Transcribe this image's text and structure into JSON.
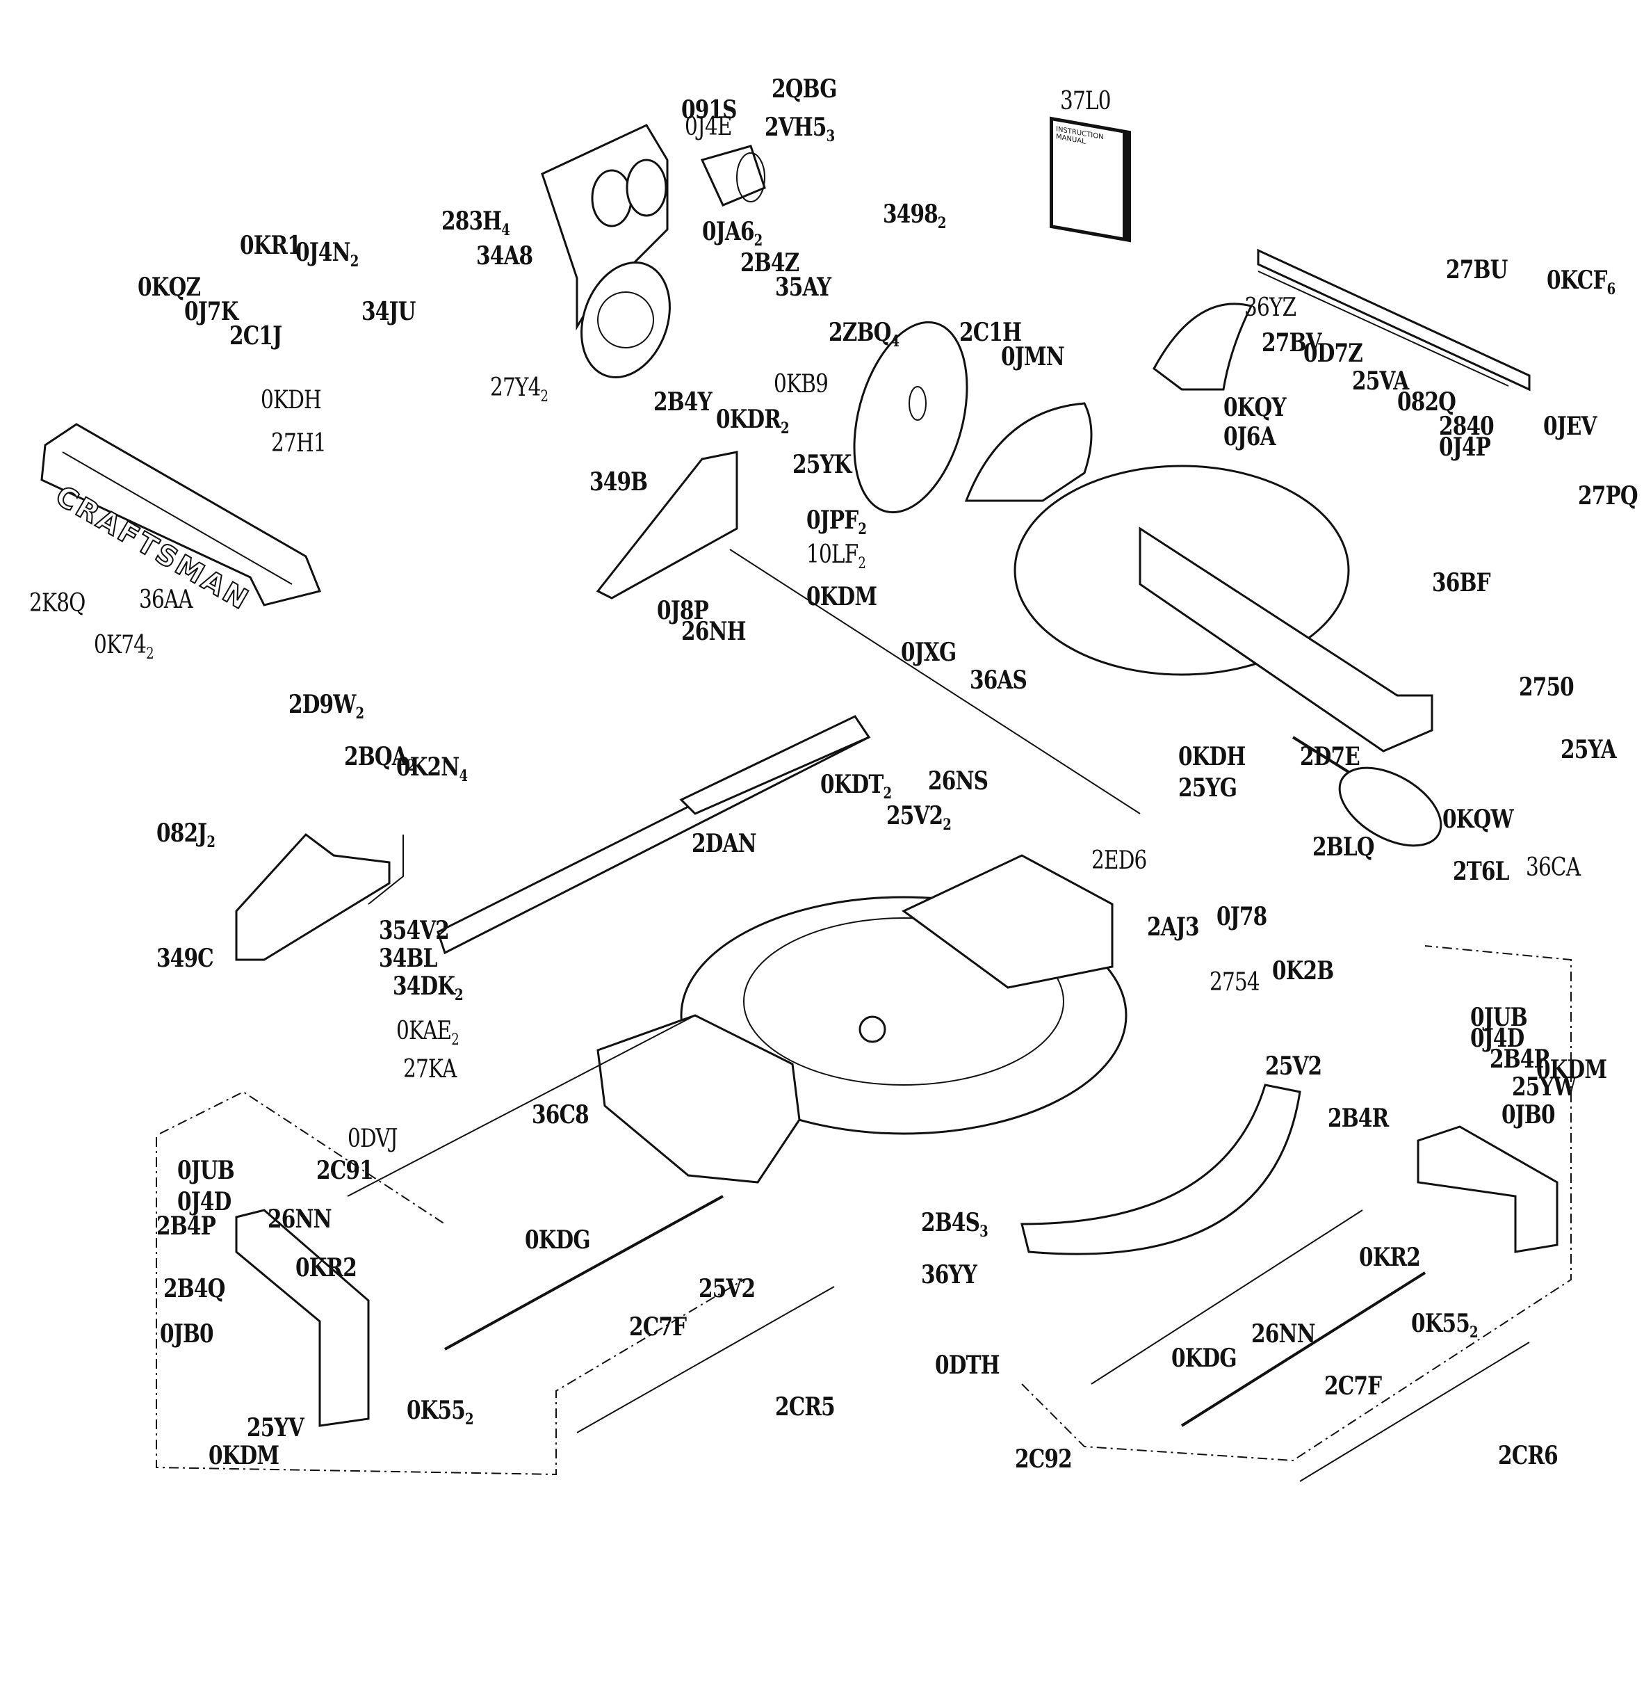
{
  "diagram": {
    "title": "Miter Saw Exploded Parts Diagram",
    "brand_on_fence": "CRAFTSMAN",
    "manual": {
      "part": "37L0",
      "cover_text": "INSTRUCTION MANUAL"
    },
    "part_labels": [
      {
        "id": "2QBG",
        "text": "2QBG"
      },
      {
        "id": "091S",
        "text": "091S"
      },
      {
        "id": "0J4E",
        "text": "0J4E"
      },
      {
        "id": "2VH5",
        "text": "2VH5",
        "sub": "3"
      },
      {
        "id": "37L0",
        "text": "37L0"
      },
      {
        "id": "283H",
        "text": "283H",
        "sub": "4"
      },
      {
        "id": "34A8",
        "text": "34A8"
      },
      {
        "id": "0KR1",
        "text": "0KR1"
      },
      {
        "id": "0KQZ",
        "text": "0KQZ"
      },
      {
        "id": "0J7K",
        "text": "0J7K"
      },
      {
        "id": "0J4N",
        "text": "0J4N",
        "sub": "2"
      },
      {
        "id": "34JU",
        "text": "34JU"
      },
      {
        "id": "2C1J",
        "text": "2C1J"
      },
      {
        "id": "0JA6",
        "text": "0JA6",
        "sub": "2"
      },
      {
        "id": "2B4Z",
        "text": "2B4Z"
      },
      {
        "id": "35AY",
        "text": "35AY"
      },
      {
        "id": "3498",
        "text": "3498",
        "sub": "2"
      },
      {
        "id": "2ZBQ",
        "text": "2ZBQ",
        "sub": "4"
      },
      {
        "id": "2C1H",
        "text": "2C1H"
      },
      {
        "id": "0JMN",
        "text": "0JMN"
      },
      {
        "id": "27Y4",
        "text": "27Y4",
        "sub": "2"
      },
      {
        "id": "2B4Y",
        "text": "2B4Y"
      },
      {
        "id": "0KDR",
        "text": "0KDR",
        "sub": "2"
      },
      {
        "id": "0KB9",
        "text": "0KB9"
      },
      {
        "id": "25YK",
        "text": "25YK"
      },
      {
        "id": "27BU",
        "text": "27BU"
      },
      {
        "id": "0KCF",
        "text": "0KCF",
        "sub": "6"
      },
      {
        "id": "36YZ",
        "text": "36YZ"
      },
      {
        "id": "27BV",
        "text": "27BV"
      },
      {
        "id": "0D7Z",
        "text": "0D7Z"
      },
      {
        "id": "25VA",
        "text": "25VA"
      },
      {
        "id": "082Q",
        "text": "082Q"
      },
      {
        "id": "2840",
        "text": "2840"
      },
      {
        "id": "0JEV",
        "text": "0JEV"
      },
      {
        "id": "0J4P",
        "text": "0J4P"
      },
      {
        "id": "27PQ",
        "text": "27PQ"
      },
      {
        "id": "36BF",
        "text": "36BF"
      },
      {
        "id": "0KQY",
        "text": "0KQY"
      },
      {
        "id": "0J6A",
        "text": "0J6A"
      },
      {
        "id": "0KDH_top",
        "text": "0KDH"
      },
      {
        "id": "27H1",
        "text": "27H1"
      },
      {
        "id": "2K8Q",
        "text": "2K8Q"
      },
      {
        "id": "36AA",
        "text": "36AA"
      },
      {
        "id": "0K74",
        "text": "0K74",
        "sub": "2"
      },
      {
        "id": "349B",
        "text": "349B"
      },
      {
        "id": "0JPF",
        "text": "0JPF",
        "sub": "2"
      },
      {
        "id": "10LF",
        "text": "10LF",
        "sub": "2"
      },
      {
        "id": "0J8P",
        "text": "0J8P"
      },
      {
        "id": "26NH",
        "text": "26NH"
      },
      {
        "id": "0KDM_mid",
        "text": "0KDM"
      },
      {
        "id": "0JXG",
        "text": "0JXG"
      },
      {
        "id": "36AS",
        "text": "36AS"
      },
      {
        "id": "2750",
        "text": "2750"
      },
      {
        "id": "0KDH_right",
        "text": "0KDH"
      },
      {
        "id": "2D7E",
        "text": "2D7E"
      },
      {
        "id": "25YA",
        "text": "25YA"
      },
      {
        "id": "25YG",
        "text": "25YG"
      },
      {
        "id": "0KQW",
        "text": "0KQW"
      },
      {
        "id": "2BLQ",
        "text": "2BLQ"
      },
      {
        "id": "2T6L",
        "text": "2T6L"
      },
      {
        "id": "36CA",
        "text": "36CA"
      },
      {
        "id": "2D9W",
        "text": "2D9W",
        "sub": "2"
      },
      {
        "id": "2BQA",
        "text": "2BQA",
        "sub": "2"
      },
      {
        "id": "082J",
        "text": "082J",
        "sub": "2"
      },
      {
        "id": "0K2N",
        "text": "0K2N",
        "sub": "4"
      },
      {
        "id": "26NS",
        "text": "26NS"
      },
      {
        "id": "0KDT",
        "text": "0KDT",
        "sub": "2"
      },
      {
        "id": "25V2_top",
        "text": "25V2",
        "sub": "2"
      },
      {
        "id": "2DAN",
        "text": "2DAN"
      },
      {
        "id": "2ED6",
        "text": "2ED6"
      },
      {
        "id": "2AJ3",
        "text": "2AJ3"
      },
      {
        "id": "0J78",
        "text": "0J78"
      },
      {
        "id": "0K2B",
        "text": "0K2B"
      },
      {
        "id": "2754",
        "text": "2754"
      },
      {
        "id": "349C",
        "text": "349C"
      },
      {
        "id": "354V2",
        "text": "354V2"
      },
      {
        "id": "34BL",
        "text": "34BL"
      },
      {
        "id": "34DK",
        "text": "34DK",
        "sub": "2"
      },
      {
        "id": "0KAE",
        "text": "0KAE",
        "sub": "2"
      },
      {
        "id": "27KA",
        "text": "27KA"
      },
      {
        "id": "36C8",
        "text": "36C8"
      },
      {
        "id": "0DVJ",
        "text": "0DVJ"
      },
      {
        "id": "2C91",
        "text": "2C91"
      },
      {
        "id": "25V2_right",
        "text": "25V2"
      },
      {
        "id": "0JUB_r",
        "text": "0JUB"
      },
      {
        "id": "0J4D_r",
        "text": "0J4D"
      },
      {
        "id": "2B4P_r",
        "text": "2B4P"
      },
      {
        "id": "0KDM_r",
        "text": "0KDM"
      },
      {
        "id": "25YW",
        "text": "25YW"
      },
      {
        "id": "0JB0_r",
        "text": "0JB0"
      },
      {
        "id": "2B4R",
        "text": "2B4R"
      },
      {
        "id": "0JUB_l",
        "text": "0JUB"
      },
      {
        "id": "0J4D_l",
        "text": "0J4D"
      },
      {
        "id": "26NN_l",
        "text": "26NN"
      },
      {
        "id": "2B4P_l",
        "text": "2B4P"
      },
      {
        "id": "0KR2_l",
        "text": "0KR2"
      },
      {
        "id": "0KDG_l",
        "text": "0KDG"
      },
      {
        "id": "2B4Q",
        "text": "2B4Q"
      },
      {
        "id": "0JB0_l",
        "text": "0JB0"
      },
      {
        "id": "25YV",
        "text": "25YV"
      },
      {
        "id": "0KDM_l",
        "text": "0KDM"
      },
      {
        "id": "0K55_l",
        "text": "0K55",
        "sub": "2"
      },
      {
        "id": "25V2_bottom",
        "text": "25V2"
      },
      {
        "id": "2C7F_l",
        "text": "2C7F"
      },
      {
        "id": "2CR5",
        "text": "2CR5"
      },
      {
        "id": "0DTH",
        "text": "0DTH"
      },
      {
        "id": "2B4S",
        "text": "2B4S",
        "sub": "3"
      },
      {
        "id": "36YY",
        "text": "36YY"
      },
      {
        "id": "0KR2_r",
        "text": "0KR2"
      },
      {
        "id": "26NN_r",
        "text": "26NN"
      },
      {
        "id": "0K55_r",
        "text": "0K55",
        "sub": "2"
      },
      {
        "id": "0KDG_r",
        "text": "0KDG"
      },
      {
        "id": "2C7F_r",
        "text": "2C7F"
      },
      {
        "id": "2C92",
        "text": "2C92"
      },
      {
        "id": "2CR6",
        "text": "2CR6"
      }
    ]
  }
}
